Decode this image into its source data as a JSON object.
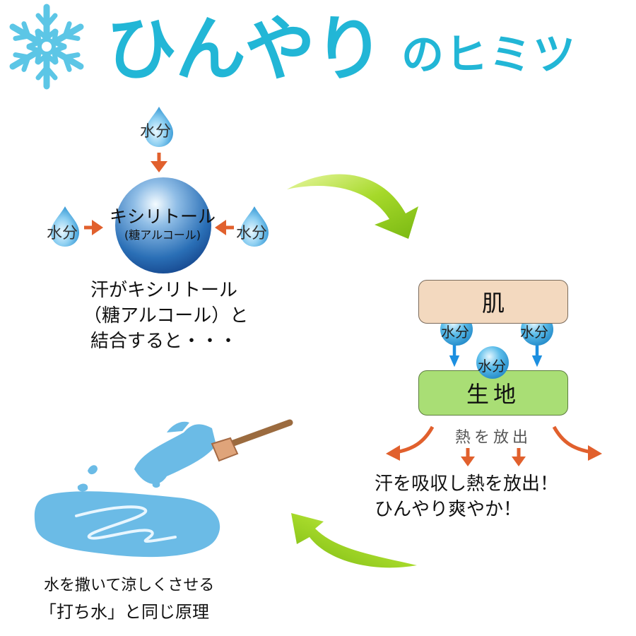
{
  "header": {
    "title_main": "ひんやり",
    "title_sub": "のヒミツ",
    "icon": "snowflake-icon"
  },
  "xylitol_section": {
    "drop_label": "水分",
    "ball_label": "キシリトール",
    "ball_sublabel": "(糖アルコール)",
    "caption_lines": [
      "汗がキシリトール",
      "（糖アルコール）と",
      "結合すると・・・"
    ]
  },
  "fabric_section": {
    "skin_label": "肌",
    "fabric_label": "生地",
    "drop_label": "水分",
    "heat_label": "熱を放出",
    "caption_lines": [
      "汗を吸収し熱を放出！",
      "ひんやり爽やか！"
    ]
  },
  "uchimizu_section": {
    "caption_lines": [
      "水を撒いて涼しくさせる",
      "「打ち水」と同じ原理"
    ]
  },
  "colors": {
    "accent": "#22b6d6",
    "arrow_orange": "#e1602d",
    "arrow_blue": "#1c8fe0",
    "arrow_green": "#9ad21e",
    "water": "#6bbbe6",
    "skin": "#f3d9bf",
    "fabric": "#a9de75"
  }
}
